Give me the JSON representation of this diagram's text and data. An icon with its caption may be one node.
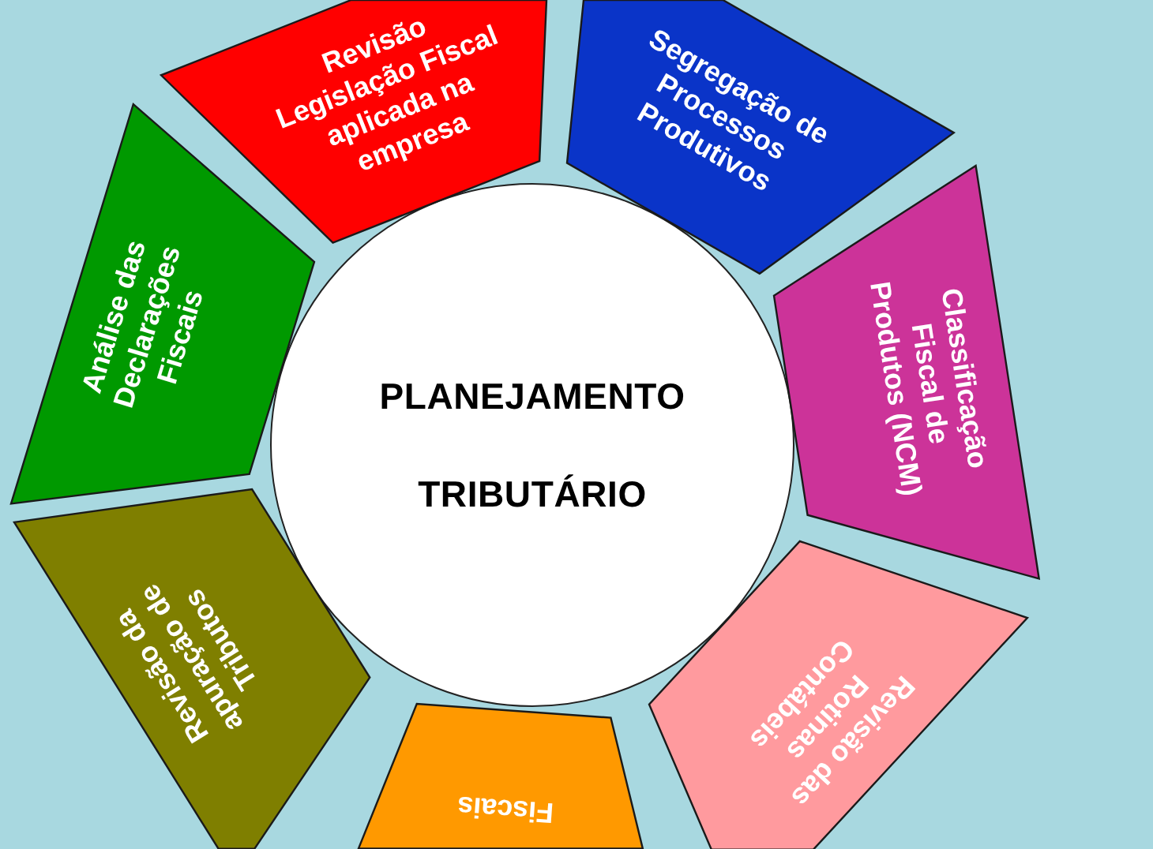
{
  "diagram": {
    "nodes": [
      {
        "text": [
          "PLANEJAMENTO TRIBUTÁRIO"
        ]
      },
      {
        "text": [
          "Revisão Legislação Fiscal aplicada na empresa"
        ]
      },
      {
        "text": [
          "Segregação de Processos Produtivos"
        ]
      },
      {
        "text": [
          "Classificação Fiscal de Produtos (NCM)"
        ]
      },
      {
        "text": [
          "Revisão das Rotinas Contábeis"
        ]
      },
      {
        "text": [
          "Fiscais"
        ]
      },
      {
        "text": [
          "Revisão da apuração de Tributos"
        ]
      },
      {
        "text": [
          "Análise das Declarações Fiscais"
        ]
      }
    ]
  }
}
